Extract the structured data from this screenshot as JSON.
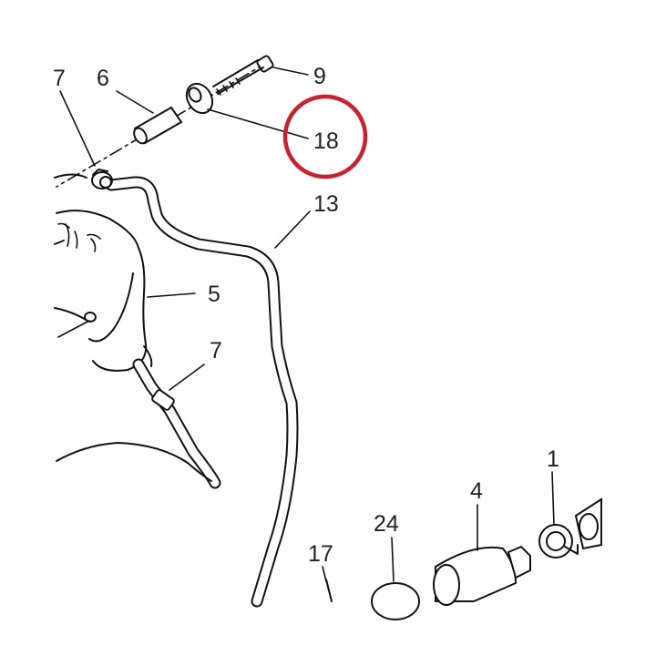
{
  "labels": {
    "l7a": "7",
    "l6": "6",
    "l9": "9",
    "l18": "18",
    "l13": "13",
    "l5": "5",
    "l7b": "7",
    "l1": "1",
    "l4": "4",
    "l24": "24",
    "l17": "17"
  },
  "highlight": {
    "target": "18",
    "color": "#cc1e2b"
  }
}
